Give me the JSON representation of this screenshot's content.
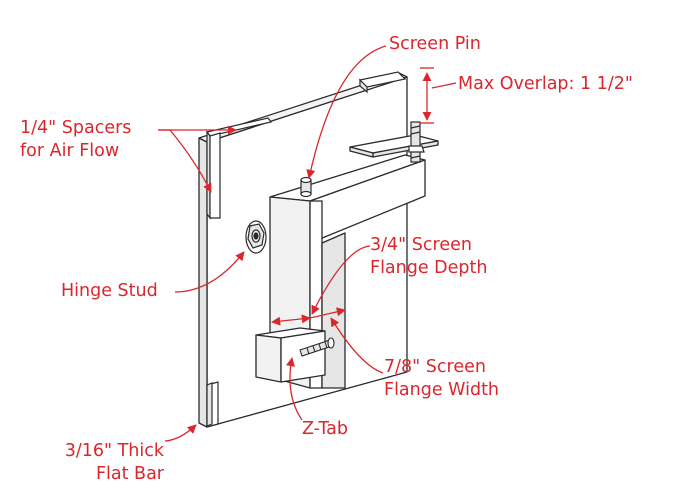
{
  "labels": {
    "screen_pin": "Screen Pin",
    "max_overlap": "Max Overlap: 1 1/2\"",
    "spacers_line1": "1/4\" Spacers",
    "spacers_line2": "for Air Flow",
    "screen_flange_depth_line1": "3/4\" Screen",
    "screen_flange_depth_line2": "Flange Depth",
    "hinge_stud": "Hinge Stud",
    "screen_flange_width_line1": "7/8\" Screen",
    "screen_flange_width_line2": "Flange Width",
    "z_tab": "Z-Tab",
    "flat_bar_line1": "3/16\" Thick",
    "flat_bar_line2": "Flat Bar"
  },
  "colors": {
    "annotation": "#d9272d",
    "linework": "#2b2b2b",
    "fill": "#ffffff",
    "shade": "#e6e6e6"
  }
}
